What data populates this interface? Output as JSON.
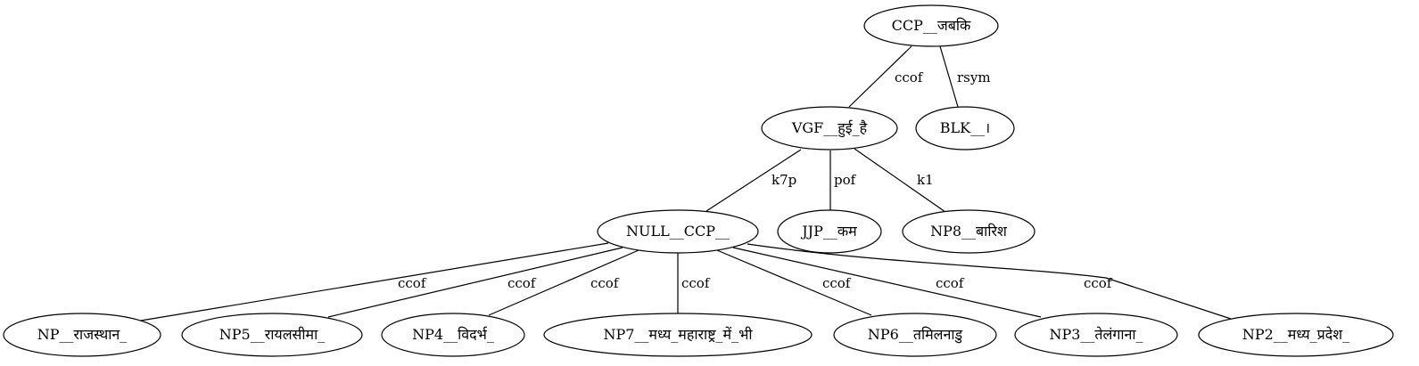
{
  "nodes": {
    "ccp_jabki": "CCP__जबकि",
    "vgf": "VGF__हुई_है",
    "blk": "BLK__।",
    "null_ccp": "NULL__CCP__",
    "jjp": "JJP__कम",
    "np8": "NP8__बारिश",
    "np": "NP__राजस्थान_",
    "np5": "NP5__रायलसीमा_",
    "np4": "NP4__विदर्भ_",
    "np7": "NP7__मध्य_महाराष्ट्र_में_भी",
    "np6": "NP6__तमिलनाडु",
    "np3": "NP3__तेलंगाना_",
    "np2": "NP2__मध्य_प्रदेश_"
  },
  "edges": {
    "ccp_vgf": "ccof",
    "ccp_blk": "rsym",
    "vgf_null": "k7p",
    "vgf_jjp": "pof",
    "vgf_np8": "k1",
    "null_np": "ccof",
    "null_np5": "ccof",
    "null_np4": "ccof",
    "null_np7": "ccof",
    "null_np6": "ccof",
    "null_np3": "ccof",
    "null_np2": "ccof"
  }
}
